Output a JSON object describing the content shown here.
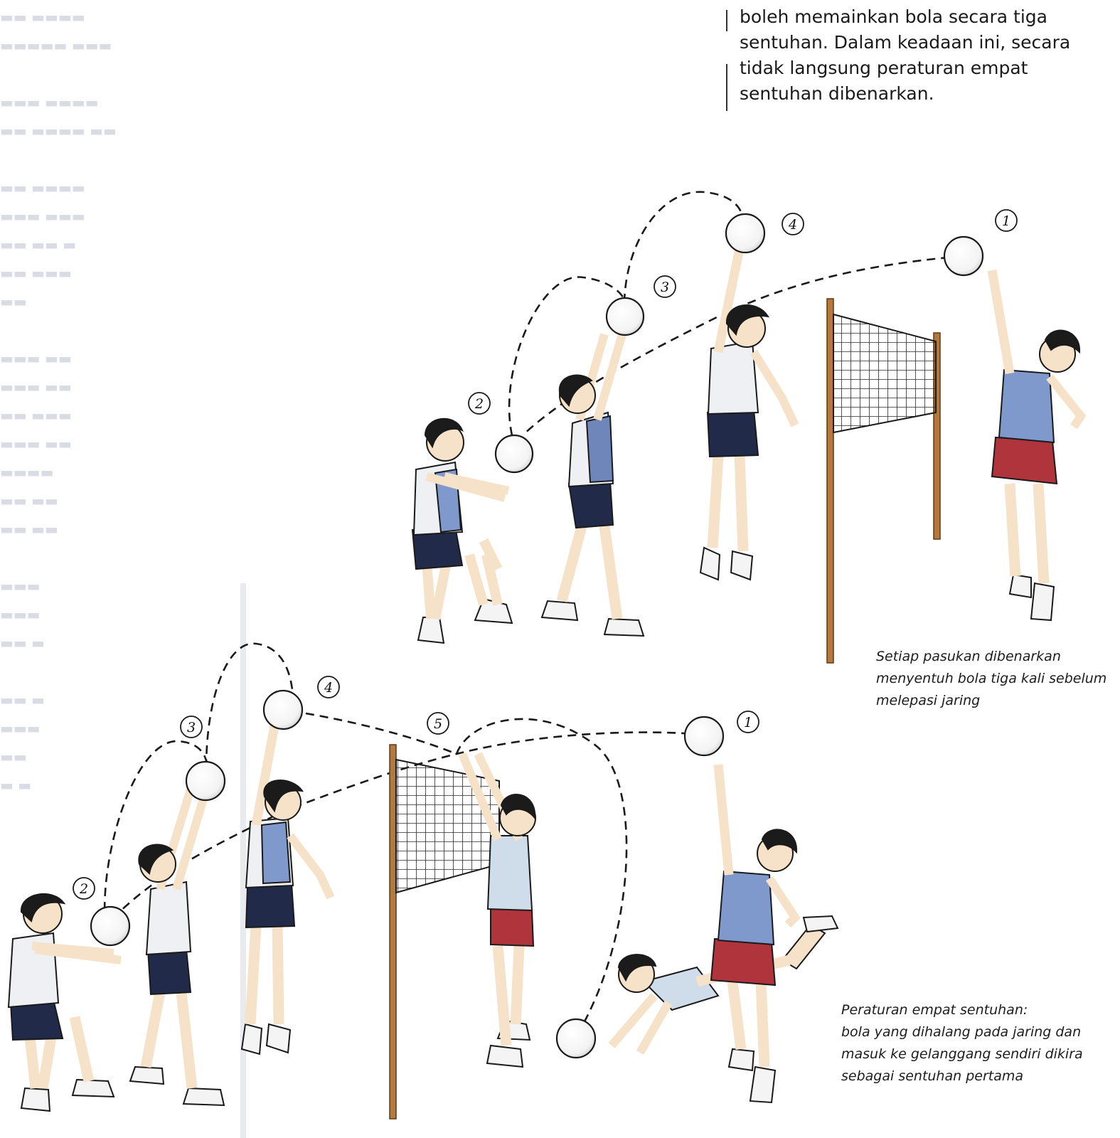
{
  "body_text": {
    "lines": [
      "boleh memainkan bola secara tiga",
      "sentuhan. Dalam keadaan ini, secara",
      "tidak langsung peraturan empat",
      "sentuhan dibenarkan."
    ]
  },
  "captions": {
    "top": {
      "lines": [
        "Setiap pasukan dibenarkan",
        "menyentuh bola tiga kali sebelum",
        "melepasi jaring"
      ]
    },
    "bottom": {
      "lines": [
        "Peraturan empat sentuhan:",
        "bola yang dihalang pada jaring dan",
        "masuk ke gelanggang sendiri dikira",
        "sebagai sentuhan pertama"
      ]
    }
  },
  "markers": {
    "top": [
      "1",
      "2",
      "3",
      "4"
    ],
    "bottom": [
      "1",
      "2",
      "3",
      "4",
      "5"
    ]
  },
  "colors": {
    "skin": "#f6e2c8",
    "outline": "#1a1a1a",
    "hair": "#1b1b1b",
    "navy_shorts": "#222a4a",
    "red_shorts": "#b0343c",
    "blue_shirt": "#7f99cc",
    "white_shirt": "#eef0f4",
    "net_pole": "#b5793d",
    "net_mesh": "#2a2a2a",
    "ball": "#ffffff"
  }
}
